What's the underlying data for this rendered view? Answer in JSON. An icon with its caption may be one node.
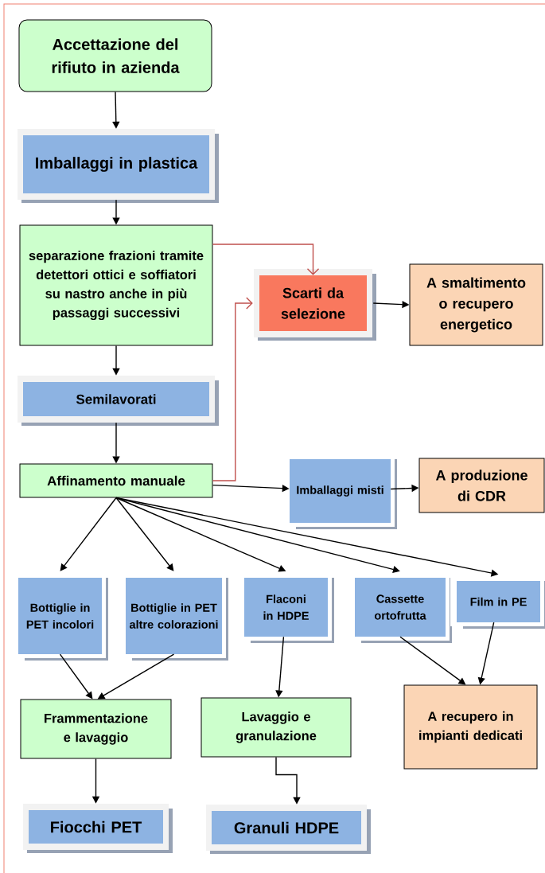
{
  "diagram": {
    "nodes": [
      {
        "text": [
          "Accettazione del rifiuto in azienda"
        ]
      },
      {
        "text": [
          "Imballaggi in plastica"
        ]
      },
      {
        "text": [
          "separazione frazioni tramite detettori ottici e soffiatori su nastro anche  in più passaggi successivi"
        ]
      },
      {
        "text": [
          "Scarti da selezione"
        ]
      },
      {
        "text": [
          "A smaltimento o recupero energetico"
        ]
      },
      {
        "text": [
          "Semilavorati"
        ]
      },
      {
        "text": [
          "Affinamento manuale"
        ]
      },
      {
        "text": [
          "Imballaggi misti"
        ]
      },
      {
        "text": [
          "A produzione di CDR"
        ]
      },
      {
        "text": [
          "Bottiglie in PET incolori"
        ]
      },
      {
        "text": [
          "Bottiglie in PET altre colorazioni"
        ]
      },
      {
        "text": [
          "Flaconi in HDPE"
        ]
      },
      {
        "text": [
          "Cassette ortofrutta"
        ]
      },
      {
        "text": [
          "Film in PE"
        ]
      },
      {
        "text": [
          "Frammentazione e lavaggio"
        ]
      },
      {
        "text": [
          "Lavaggio e granulazione"
        ]
      },
      {
        "text": [
          "A recupero in impianti dedicati"
        ]
      },
      {
        "text": [
          "Fiocchi PET"
        ]
      },
      {
        "text": [
          "Granuli HDPE"
        ]
      }
    ],
    "edges": [
      {
        "from": 0,
        "to": 1,
        "arrow": "to"
      },
      {
        "from": 1,
        "to": 2,
        "arrow": "to"
      },
      {
        "from": 2,
        "to": 3,
        "arrow": "to",
        "color": "#c0504d"
      },
      {
        "from": 3,
        "to": 4,
        "arrow": "to"
      },
      {
        "from": 2,
        "to": 5,
        "arrow": "to"
      },
      {
        "from": 5,
        "to": 6,
        "arrow": "to"
      },
      {
        "from": 6,
        "to": 3,
        "arrow": "to",
        "color": "#c0504d"
      },
      {
        "from": 6,
        "to": 7,
        "arrow": "to"
      },
      {
        "from": 7,
        "to": 8,
        "arrow": "to"
      },
      {
        "from": 6,
        "to": 9,
        "arrow": "to"
      },
      {
        "from": 6,
        "to": 10,
        "arrow": "to"
      },
      {
        "from": 6,
        "to": 11,
        "arrow": "to"
      },
      {
        "from": 6,
        "to": 12,
        "arrow": "to"
      },
      {
        "from": 6,
        "to": 13,
        "arrow": "to"
      },
      {
        "from": 9,
        "to": 14,
        "arrow": "to"
      },
      {
        "from": 10,
        "to": 14,
        "arrow": "to"
      },
      {
        "from": 11,
        "to": 15,
        "arrow": "to"
      },
      {
        "from": 12,
        "to": 16,
        "arrow": "to"
      },
      {
        "from": 13,
        "to": 16,
        "arrow": "to"
      },
      {
        "from": 14,
        "to": 17,
        "arrow": "to"
      },
      {
        "from": 15,
        "to": 18,
        "arrow": "to"
      }
    ]
  }
}
